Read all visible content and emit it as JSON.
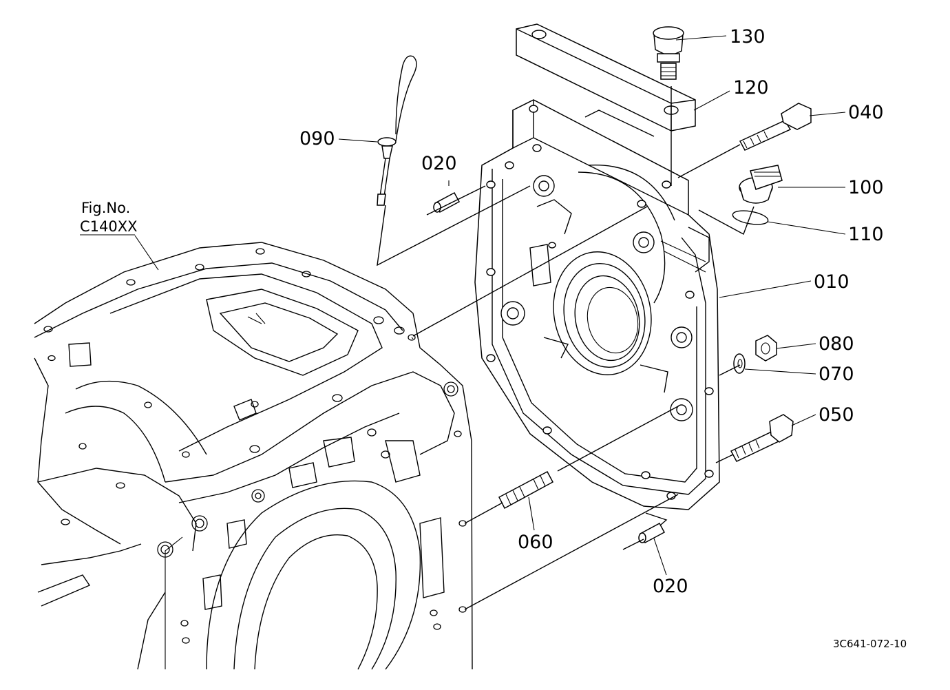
{
  "figure_reference": {
    "label": "Fig.No.",
    "code": "C140XX"
  },
  "drawing_number": "3C641-072-10",
  "callouts": [
    {
      "id": "130",
      "label": "130"
    },
    {
      "id": "120",
      "label": "120"
    },
    {
      "id": "040",
      "label": "040"
    },
    {
      "id": "090",
      "label": "090"
    },
    {
      "id": "020-top",
      "label": "020"
    },
    {
      "id": "100",
      "label": "100"
    },
    {
      "id": "110",
      "label": "110"
    },
    {
      "id": "010",
      "label": "010"
    },
    {
      "id": "080",
      "label": "080"
    },
    {
      "id": "070",
      "label": "070"
    },
    {
      "id": "050",
      "label": "050"
    },
    {
      "id": "060",
      "label": "060"
    },
    {
      "id": "020-bottom",
      "label": "020"
    }
  ]
}
